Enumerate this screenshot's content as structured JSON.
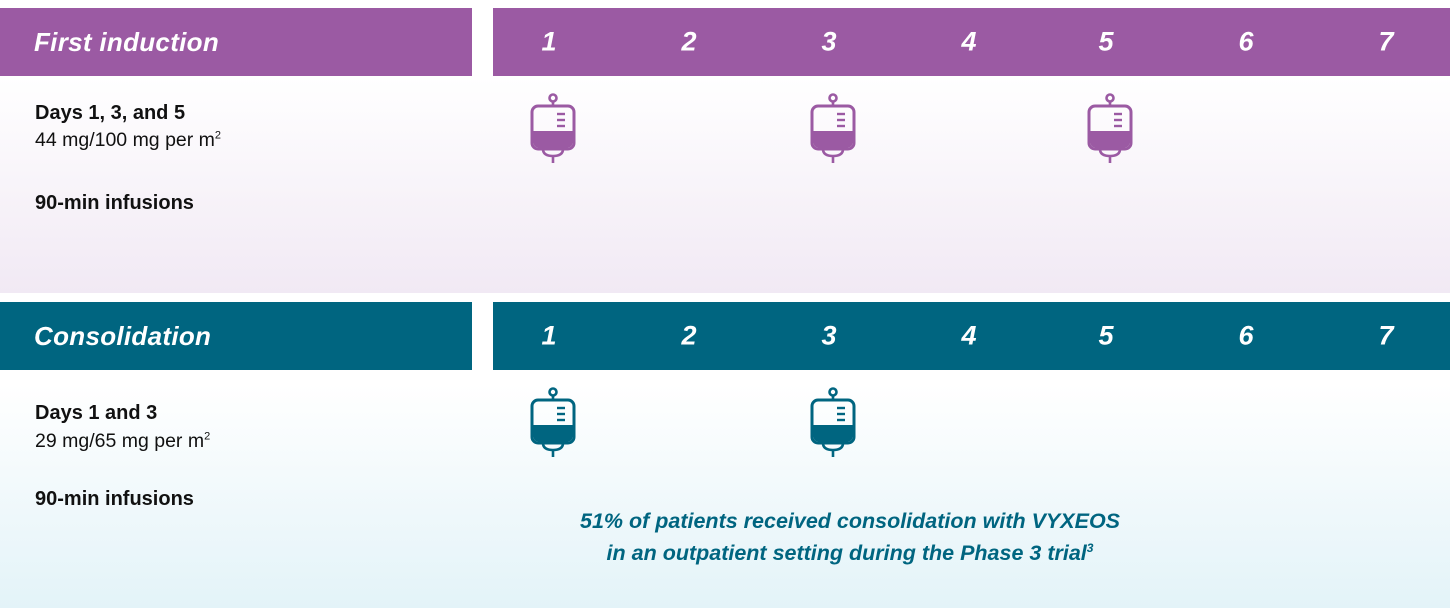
{
  "colors": {
    "induction": "#9b5aa3",
    "consolidation": "#006580"
  },
  "induction": {
    "title": "First induction",
    "days": [
      "1",
      "2",
      "3",
      "4",
      "5",
      "6",
      "7"
    ],
    "dose_days": "Days 1, 3, and 5",
    "dose_amount": "44 mg/100 mg per m",
    "dose_superscript": "2",
    "infusion": "90-min infusions",
    "infusion_days": [
      1,
      3,
      5
    ],
    "icon": "iv-bag-icon"
  },
  "consolidation": {
    "title": "Consolidation",
    "days": [
      "1",
      "2",
      "3",
      "4",
      "5",
      "6",
      "7"
    ],
    "dose_days": "Days 1 and 3",
    "dose_amount": "29 mg/65 mg per m",
    "dose_superscript": "2",
    "infusion": "90-min infusions",
    "infusion_days": [
      1,
      3
    ],
    "icon": "iv-bag-icon",
    "note_line1": "51% of patients received consolidation with VYXEOS",
    "note_line2": "in an outpatient setting during the Phase 3 trial",
    "note_superscript": "3"
  }
}
